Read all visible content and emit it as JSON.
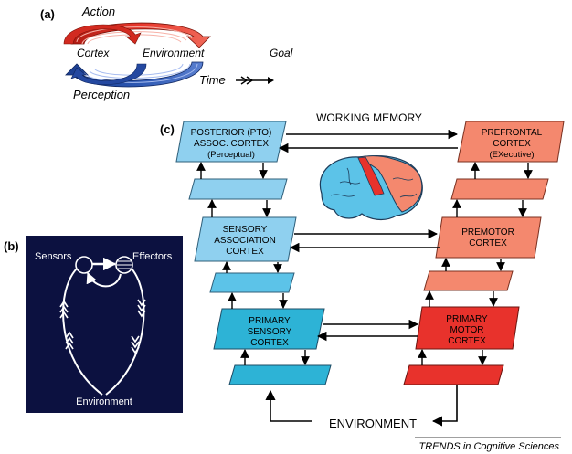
{
  "panel_a": {
    "label": "(a)",
    "action": "Action",
    "cortex": "Cortex",
    "environment": "Environment",
    "goal": "Goal",
    "perception": "Perception",
    "time": "Time"
  },
  "panel_b": {
    "label": "(b)",
    "sensors": "Sensors",
    "effectors": "Effectors",
    "environment": "Environment"
  },
  "panel_c": {
    "label": "(c)",
    "working_memory": "WORKING MEMORY",
    "environment": "ENVIRONMENT",
    "left": {
      "pto": [
        "POSTERIOR (PTO)",
        "ASSOC. CORTEX",
        "(Perceptual)"
      ],
      "sensory_assoc": [
        "SENSORY",
        "ASSOCIATION",
        "CORTEX"
      ],
      "primary_sensory": [
        "PRIMARY",
        "SENSORY",
        "CORTEX"
      ]
    },
    "right": {
      "prefrontal": [
        "PREFRONTAL",
        "CORTEX",
        "(EXecutive)"
      ],
      "premotor": [
        "PREMOTOR",
        "CORTEX"
      ],
      "primary_motor": [
        "PRIMARY",
        "MOTOR",
        "CORTEX"
      ]
    }
  },
  "footer": {
    "credit": "TRENDS in Cognitive Sciences"
  },
  "colors": {
    "red_arc": "#e8372c",
    "blue_arc": "#2a55b0",
    "blue_light": "#8fd0ef",
    "blue_mid": "#5cc3e8",
    "blue_dark": "#2db3d6",
    "salmon": "#f4886e",
    "red_box": "#e8322c",
    "navy": "#0c1140"
  }
}
